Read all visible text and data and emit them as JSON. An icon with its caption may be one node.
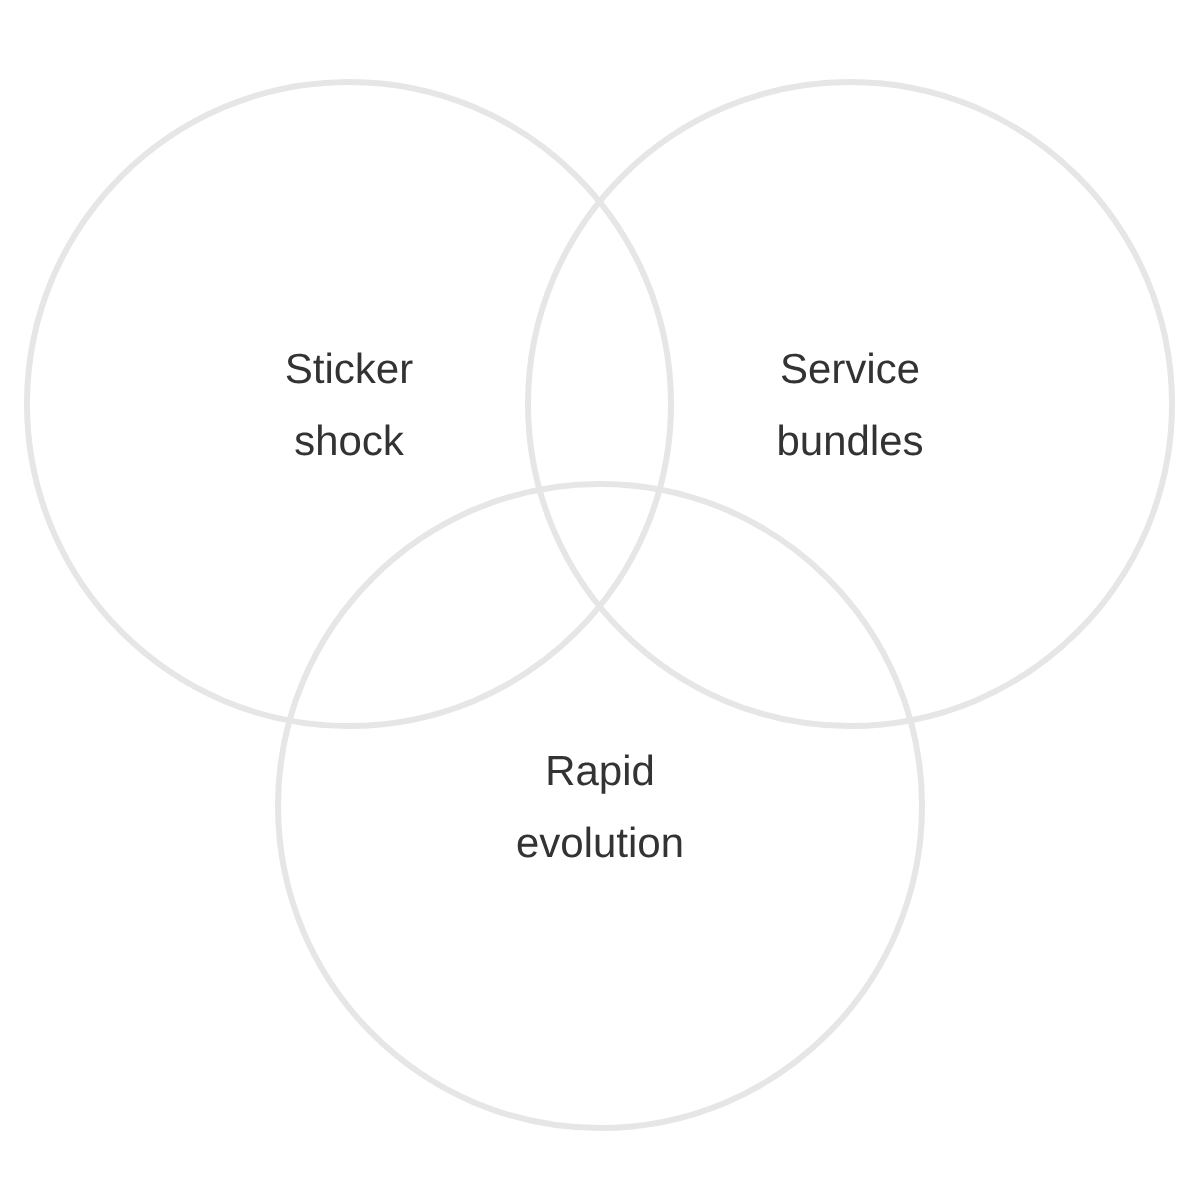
{
  "diagram": {
    "nodes": [
      {
        "text": [
          "Sticker shock"
        ]
      },
      {
        "text": [
          "Service bundles"
        ]
      },
      {
        "text": [
          "Rapid evolution"
        ]
      }
    ]
  }
}
